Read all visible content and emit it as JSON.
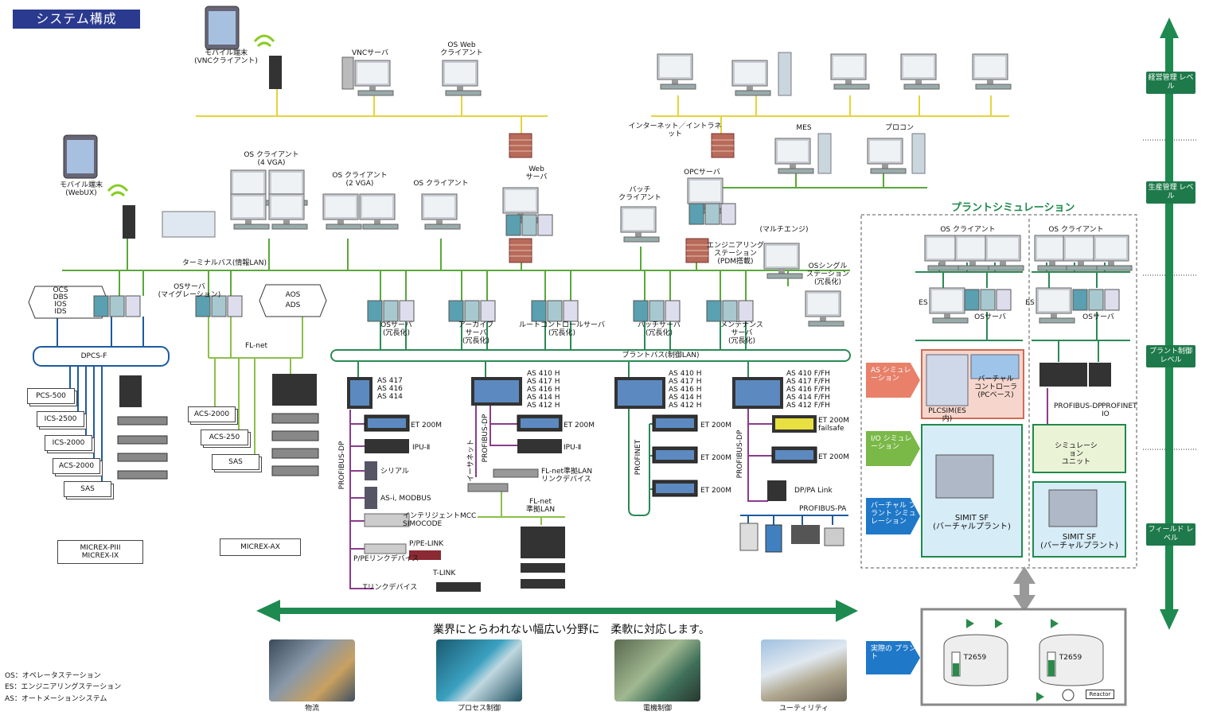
{
  "title": "システム構成",
  "levels": [
    "経営管理\nレベル",
    "生産管理\nレベル",
    "プラント制御\nレベル",
    "フィールド\nレベル"
  ],
  "top": {
    "mobile_vnc": "モバイル端末\n(VNCクライアント)",
    "vnc_server": "VNCサーバ",
    "os_web_client": "OS Web\nクライアント",
    "mobile_webux": "モバイル端末\n(WebUX)",
    "internet": "インターネット／イントラネット",
    "mes": "MES",
    "procon": "プロコン",
    "opc_server": "OPCサーバ",
    "web_server": "Web\nサーバ",
    "os_client_4vga": "OS クライアント\n(4 VGA)",
    "os_client_2vga": "OS クライアント\n(2 VGA)",
    "os_client": "OS クライアント",
    "batch_client": "バッチ\nクライアント",
    "engineering_station": "エンジニアリング\nステーション\n(PDM搭載)",
    "multi_engi": "(マルチエンジ)",
    "os_single": "OSシングル\nステーション\n(冗長化)",
    "terminal_bus": "ターミナルバス(情報LAN)"
  },
  "servers": {
    "os_server_migration": "OSサーバ\n(マイグレーション)",
    "os_server": "OSサーバ\n(冗長化)",
    "archive_server": "アーカイブ\nサーバ\n(冗長化)",
    "route_server": "ルートコントロールサーバ\n(冗長化)",
    "batch_server": "バッチサーバ\n(冗長化)",
    "maintenance_server": "メンテナンス\nサーバ\n(冗長化)"
  },
  "left": {
    "hex1": [
      "OCS",
      "DBS",
      "IOS",
      "IDS"
    ],
    "hex2": [
      "AOS",
      "ADS"
    ],
    "dpcs": "DPCS-F",
    "fl_net": "FL-net",
    "stack1": [
      "PCS-500",
      "ICS-2500",
      "ICS-2000",
      "ACS-2000",
      "SAS"
    ],
    "stack2": [
      "ACS-2000",
      "ACS-250",
      "SAS"
    ],
    "micrex1": "MICREX-PIII\nMICREX-IX",
    "micrex2": "MICREX-AX"
  },
  "plant_bus": "プラントバス(制御LAN)",
  "controllers": {
    "c1": "AS 417\nAS 416\nAS 414",
    "c2": "AS 410 H\nAS 417 H\nAS 416 H\nAS 414 H\nAS 412 H",
    "c3": "AS 410 H\nAS 417 H\nAS 416 H\nAS 414 H\nAS 412 H",
    "c4": "AS 410 F/FH\nAS 417 F/FH\nAS 416 F/FH\nAS 414 F/FH\nAS 412 F/FH"
  },
  "field": {
    "profibus_dp": "PROFIBUS-DP",
    "ethernet": "イーサネット",
    "profinet": "PROFINET",
    "et200m": "ET 200M",
    "ipu": "IPU-Ⅱ",
    "serial": "シリアル",
    "asi_modbus": "AS-i, MODBUS",
    "mcc": "インテリジェントMCC\nSIMOCODE",
    "pe_link": "P/PE-LINK",
    "pe_device": "P/PEリンクデバイス",
    "t_link": "T-LINK",
    "t_device": "Tリンクデバイス",
    "fl_link": "FL-net準拠LAN\nリンクデバイス",
    "fl_lan": "FL-net\n準拠LAN",
    "et200m_failsafe": "ET 200M\nfailsafe",
    "dp_pa_link": "DP/PA Link",
    "profibus_pa": "PROFIBUS-PA"
  },
  "plant_sim": {
    "title": "プラントシミュレーション",
    "os_client": "OS クライアント",
    "es": "ES",
    "os_server": "OSサーバ",
    "as_sim": "AS\nシミュレーション",
    "io_sim": "I/O\nシミュレーション",
    "virtual_sim": "バーチャル\nプラント\nシミュレーション",
    "real_plant": "実際の\nプラント",
    "plcsim": "PLCSIM(ES内)",
    "virtual_controller": "バーチャル\nコントローラ\n(PCベース)",
    "profibus_dp": "PROFIBUS-DP",
    "profinet_io": "PROFINET\nIO",
    "sim_unit": "シミュレーション\nユニット",
    "simit": "SIMIT SF\n(バーチャルプラント)",
    "tank": "T2659",
    "reactor": "Reactor"
  },
  "bottom": {
    "banner": "業界にとらわれない幅広い分野に　柔軟に対応します。",
    "photos": [
      "物流",
      "プロセス制御",
      "電機制御",
      "ユーティリティ"
    ]
  },
  "legend": [
    "OS：オペレータステーション",
    "ES：エンジニアリングステーション",
    "AS：オートメーションシステム"
  ],
  "colors": {
    "info_bus": "#e8d84a",
    "terminal_bus": "#5aa83a",
    "plant_bus": "#1f7a4a",
    "profibus": "#8a3c8c",
    "level_bar": "#1e8a50",
    "lan_blue": "#1e5aa0"
  }
}
